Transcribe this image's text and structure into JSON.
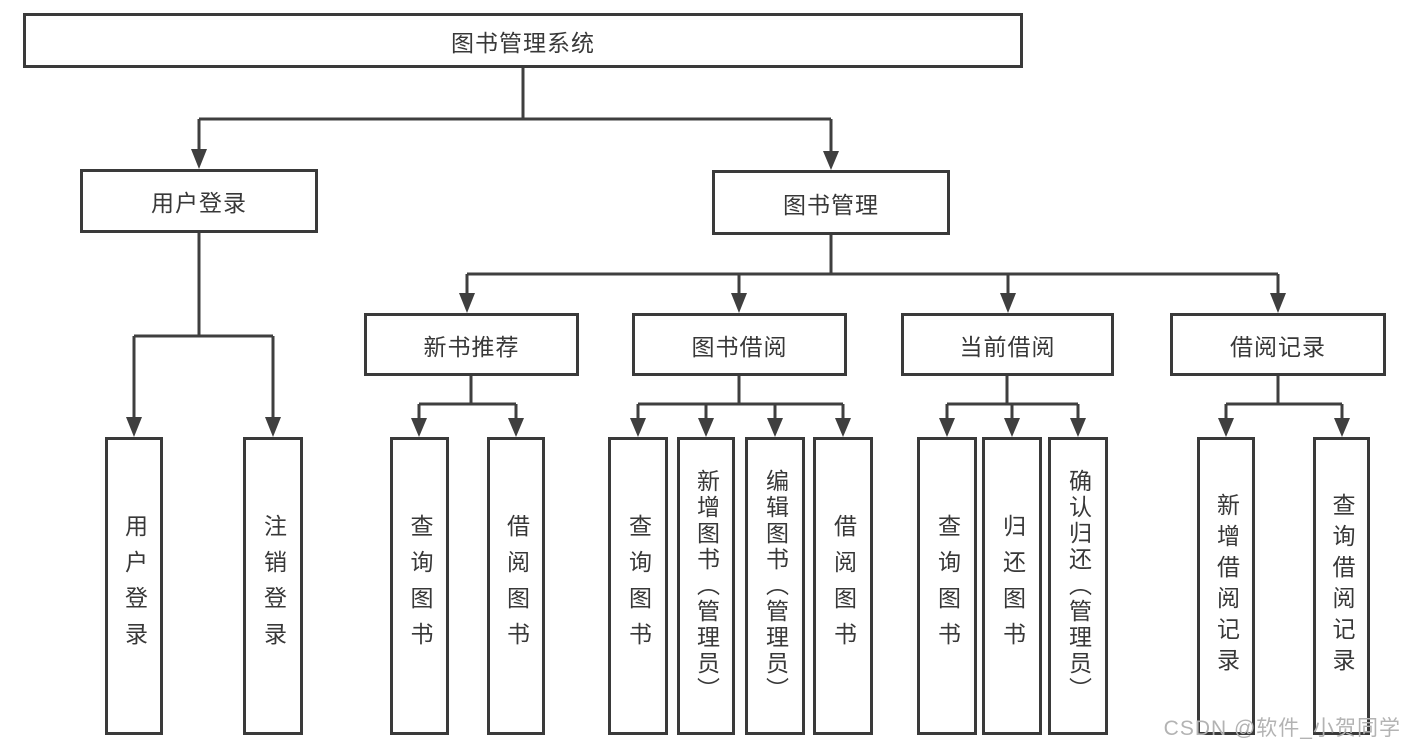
{
  "colors": {
    "line": "#3f3f3f",
    "box_border": "#3a3a3a",
    "text": "#383838",
    "watermark": "#b3b3b3",
    "background": "#ffffff"
  },
  "tree": {
    "root": "图书管理系统",
    "branches": [
      {
        "label": "用户登录",
        "leaves": [
          "用户登录",
          "注销登录"
        ]
      },
      {
        "label": "图书管理",
        "groups": [
          {
            "label": "新书推荐",
            "leaves": [
              "查询图书",
              "借阅图书"
            ]
          },
          {
            "label": "图书借阅",
            "leaves": [
              "查询图书",
              "新增图书（管理员）",
              "编辑图书（管理员）",
              "借阅图书"
            ]
          },
          {
            "label": "当前借阅",
            "leaves": [
              "查询图书",
              "归还图书",
              "确认归还（管理员）"
            ]
          },
          {
            "label": "借阅记录",
            "leaves": [
              "新增借阅记录",
              "查询借阅记录"
            ]
          }
        ]
      }
    ]
  },
  "watermark": {
    "text": "CSDN @软件_小贺同学"
  }
}
